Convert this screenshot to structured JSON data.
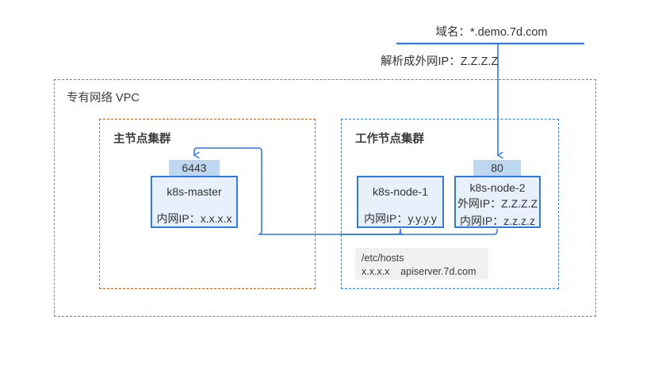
{
  "diagram": {
    "title_note": "Kubernetes cluster network topology in a VPC",
    "colors": {
      "accent_blue": "#2f7ae5",
      "badge_fill": "#bdd7f0",
      "node_fill": "#e8f0fb",
      "vpc_border": "#808080",
      "master_border": "#c0622a",
      "worker_border": "#3b7dd8",
      "hosts_fill": "#f1f1f1"
    },
    "top": {
      "domain_label": "域名：*.demo.7d.com",
      "resolve_label": "解析成外网IP：Z.Z.Z.Z"
    },
    "vpc": {
      "label": "专有网络 VPC"
    },
    "master_cluster": {
      "label": "主节点集群",
      "port_badge": "6443",
      "node": {
        "name": "k8s-master",
        "internal_ip": "内网IP：x.x.x.x"
      }
    },
    "worker_cluster": {
      "label": "工作节点集群",
      "port_badge": "80",
      "node1": {
        "name": "k8s-node-1",
        "internal_ip": "内网IP：y.y.y.y"
      },
      "node2": {
        "name": "k8s-node-2",
        "external_ip": "外网IP：Z.Z.Z.Z",
        "internal_ip": "内网IP：z.z.z.z"
      },
      "hosts_file": {
        "path": "/etc/hosts",
        "entry": "x.x.x.x    apiserver.7d.com"
      }
    }
  }
}
